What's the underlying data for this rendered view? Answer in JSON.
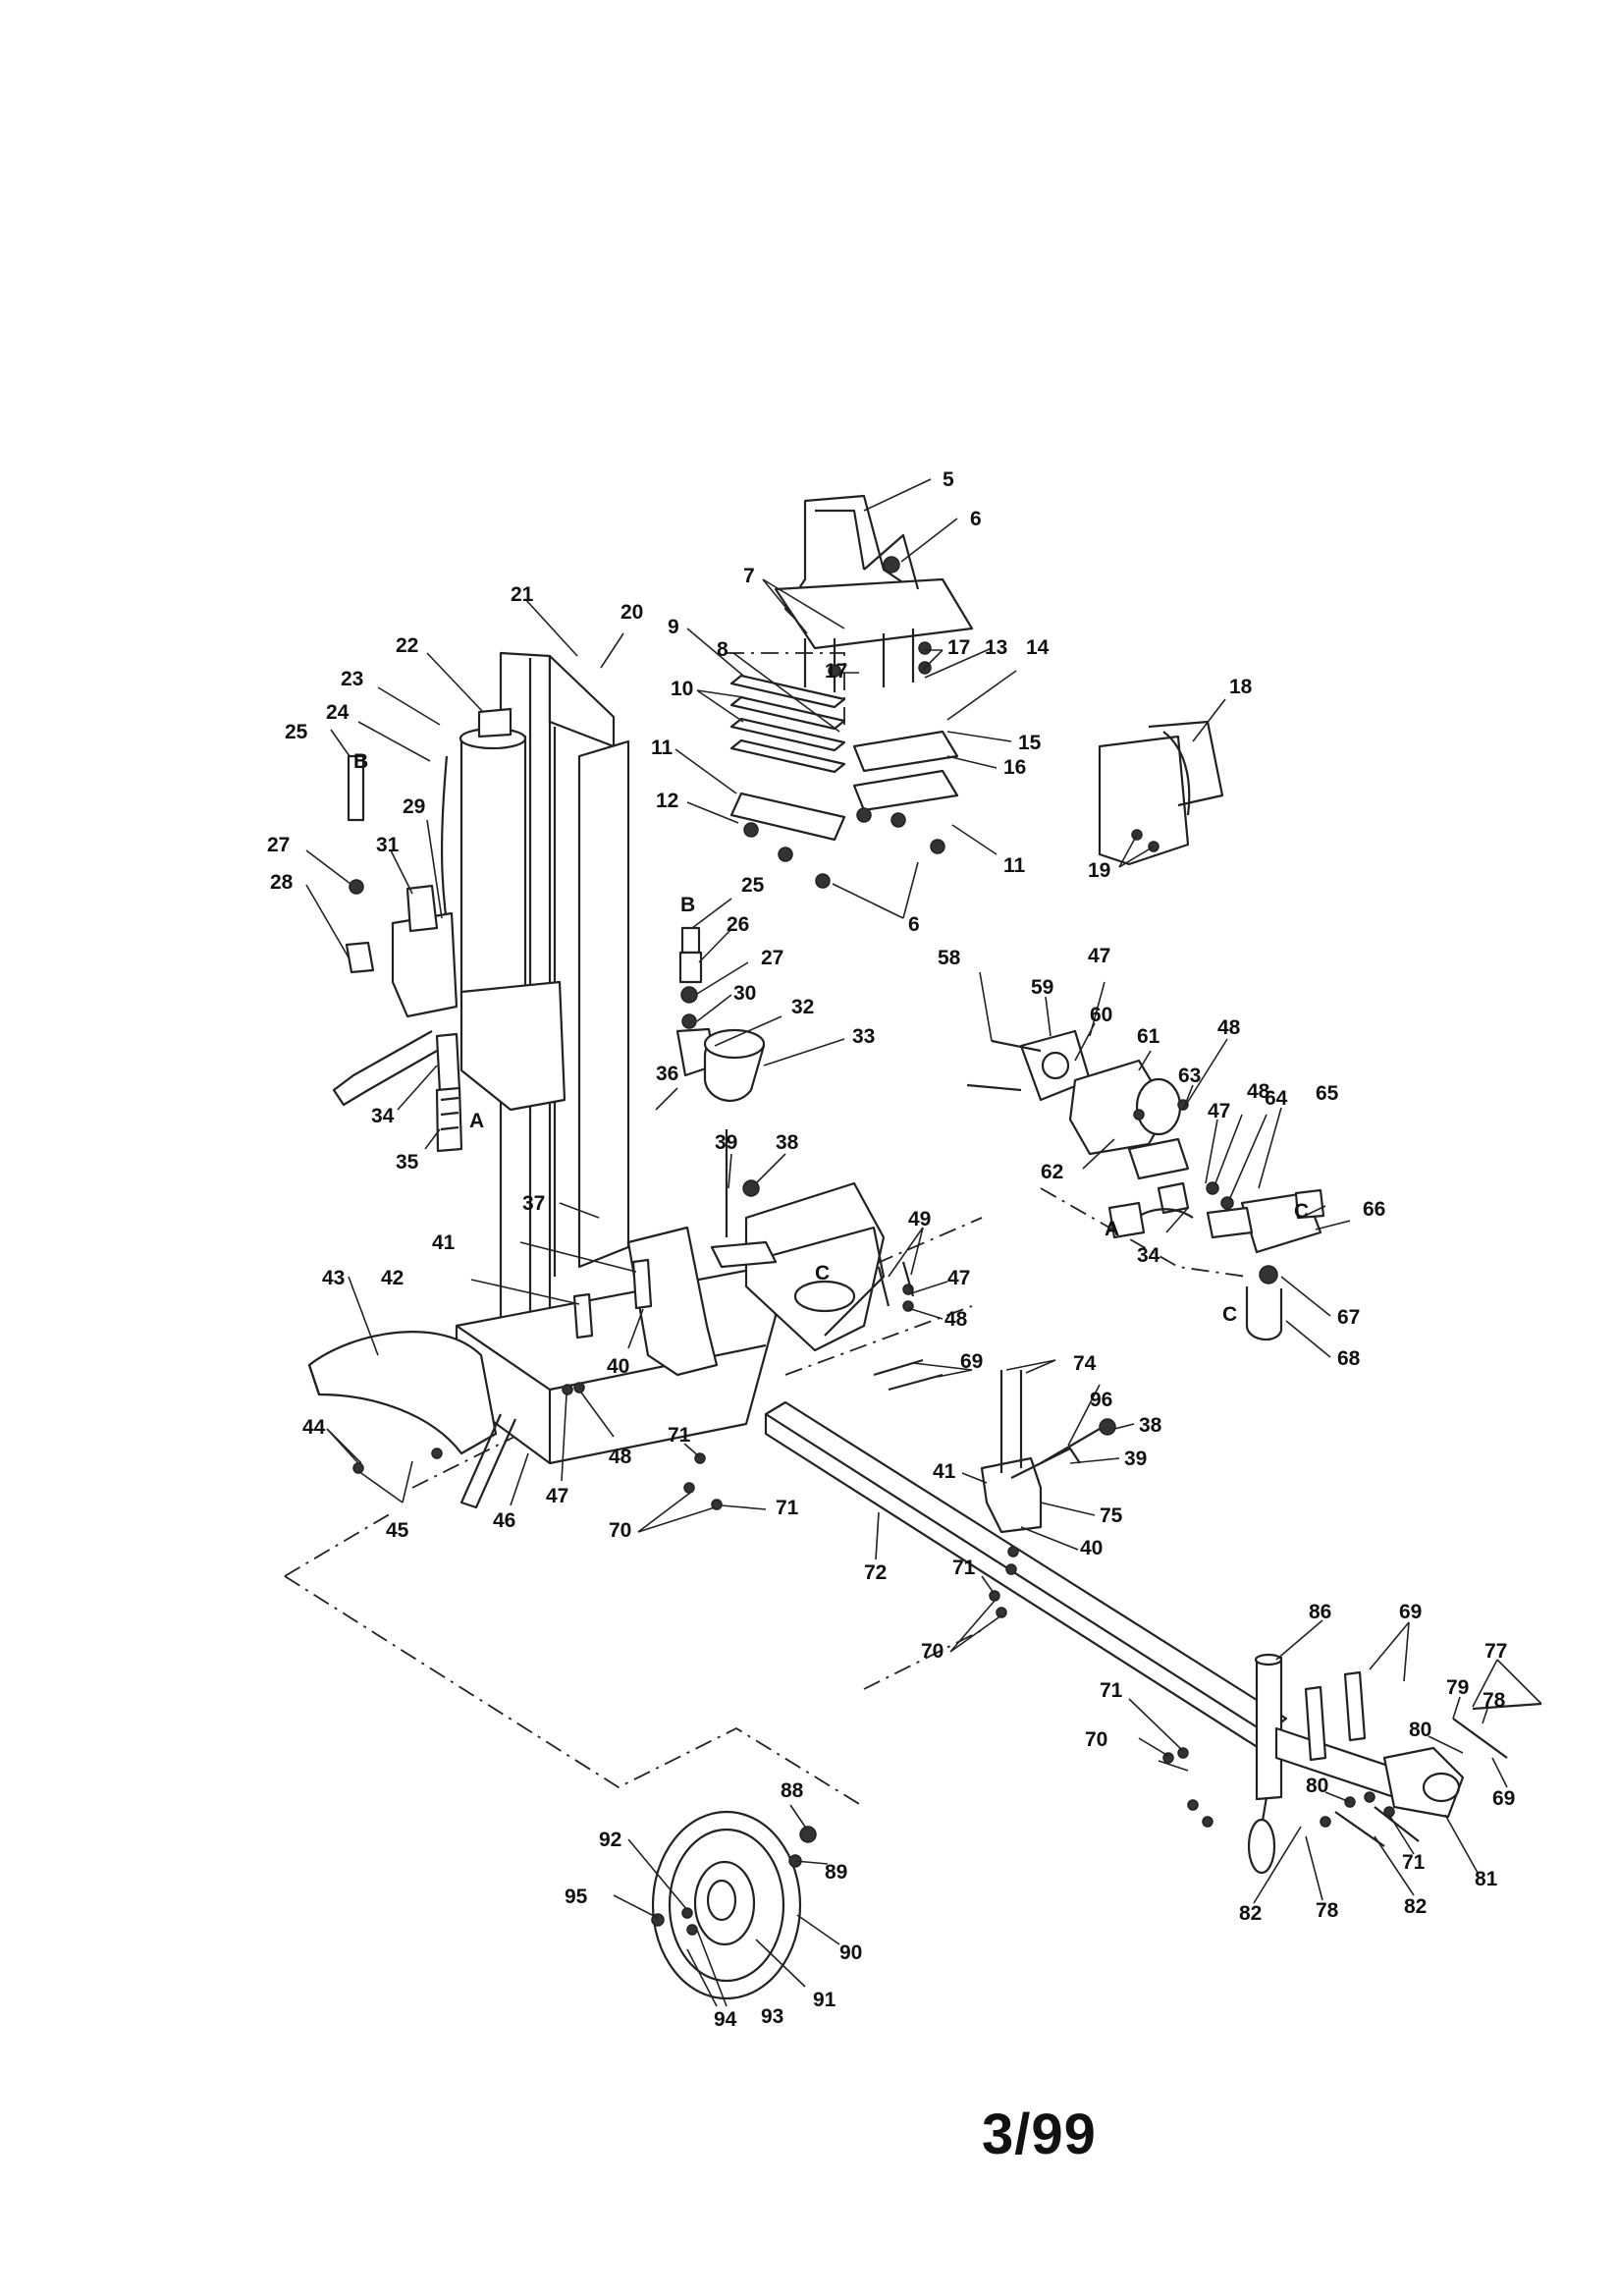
{
  "page_number": "3/99",
  "callouts": [
    {
      "text": "5"
    },
    {
      "text": "6"
    },
    {
      "text": "7"
    },
    {
      "text": "8"
    },
    {
      "text": "9"
    },
    {
      "text": "10"
    },
    {
      "text": "11"
    },
    {
      "text": "12"
    },
    {
      "text": "13"
    },
    {
      "text": "14"
    },
    {
      "text": "15"
    },
    {
      "text": "16"
    },
    {
      "text": "17"
    },
    {
      "text": "17"
    },
    {
      "text": "11"
    },
    {
      "text": "6"
    },
    {
      "text": "18"
    },
    {
      "text": "19"
    },
    {
      "text": "20"
    },
    {
      "text": "21"
    },
    {
      "text": "22"
    },
    {
      "text": "23"
    },
    {
      "text": "24"
    },
    {
      "text": "25"
    },
    {
      "text": "27"
    },
    {
      "text": "28"
    },
    {
      "text": "31"
    },
    {
      "text": "29"
    },
    {
      "text": "34"
    },
    {
      "text": "35"
    },
    {
      "text": "25"
    },
    {
      "text": "26"
    },
    {
      "text": "27"
    },
    {
      "text": "30"
    },
    {
      "text": "32"
    },
    {
      "text": "33"
    },
    {
      "text": "36"
    },
    {
      "text": "37"
    },
    {
      "text": "39"
    },
    {
      "text": "38"
    },
    {
      "text": "41"
    },
    {
      "text": "42"
    },
    {
      "text": "43"
    },
    {
      "text": "40"
    },
    {
      "text": "49"
    },
    {
      "text": "47"
    },
    {
      "text": "48"
    },
    {
      "text": "44"
    },
    {
      "text": "45"
    },
    {
      "text": "46"
    },
    {
      "text": "47"
    },
    {
      "text": "48"
    },
    {
      "text": "58"
    },
    {
      "text": "59"
    },
    {
      "text": "47"
    },
    {
      "text": "60"
    },
    {
      "text": "61"
    },
    {
      "text": "63"
    },
    {
      "text": "47"
    },
    {
      "text": "48"
    },
    {
      "text": "48"
    },
    {
      "text": "64"
    },
    {
      "text": "65"
    },
    {
      "text": "66"
    },
    {
      "text": "62"
    },
    {
      "text": "34"
    },
    {
      "text": "67"
    },
    {
      "text": "68"
    },
    {
      "text": "69"
    },
    {
      "text": "74"
    },
    {
      "text": "96"
    },
    {
      "text": "38"
    },
    {
      "text": "41"
    },
    {
      "text": "39"
    },
    {
      "text": "75"
    },
    {
      "text": "40"
    },
    {
      "text": "71"
    },
    {
      "text": "71"
    },
    {
      "text": "70"
    },
    {
      "text": "72"
    },
    {
      "text": "71"
    },
    {
      "text": "70"
    },
    {
      "text": "86"
    },
    {
      "text": "69"
    },
    {
      "text": "77"
    },
    {
      "text": "79"
    },
    {
      "text": "78"
    },
    {
      "text": "71"
    },
    {
      "text": "70"
    },
    {
      "text": "80"
    },
    {
      "text": "80"
    },
    {
      "text": "69"
    },
    {
      "text": "71"
    },
    {
      "text": "81"
    },
    {
      "text": "82"
    },
    {
      "text": "78"
    },
    {
      "text": "82"
    },
    {
      "text": "88"
    },
    {
      "text": "92"
    },
    {
      "text": "89"
    },
    {
      "text": "95"
    },
    {
      "text": "90"
    },
    {
      "text": "91"
    },
    {
      "text": "94"
    },
    {
      "text": "93"
    }
  ],
  "letters": [
    {
      "text": "B"
    },
    {
      "text": "A"
    },
    {
      "text": "B"
    },
    {
      "text": "C"
    },
    {
      "text": "A"
    },
    {
      "text": "C"
    },
    {
      "text": "C"
    }
  ]
}
